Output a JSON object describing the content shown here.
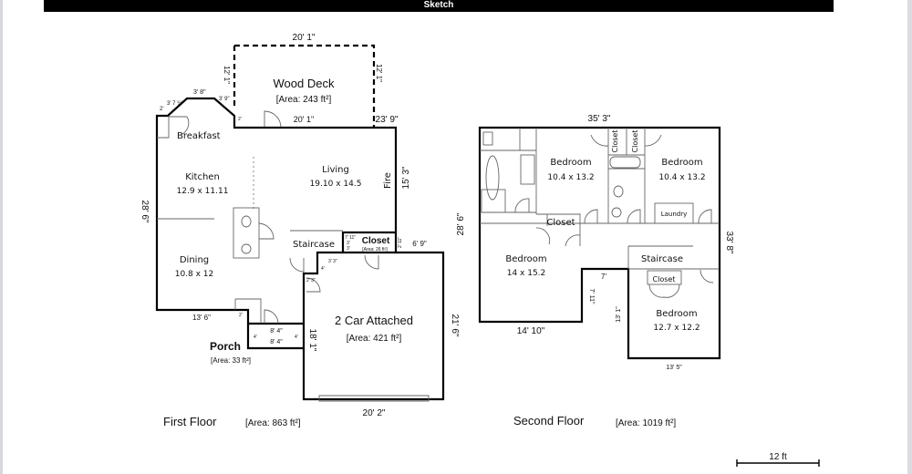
{
  "window": {
    "title": "Sketch"
  },
  "first_floor": {
    "title": "First Floor",
    "area": "[Area: 863 ft²]",
    "rooms": {
      "wood_deck": {
        "name": "Wood Deck",
        "area": "[Area: 243 ft²]"
      },
      "breakfast": {
        "name": "Breakfast"
      },
      "kitchen": {
        "name": "Kitchen",
        "dims": "12.9 x 11.11"
      },
      "living": {
        "name": "Living",
        "dims": "19.10 x 14.5"
      },
      "fire": {
        "name": "Fire"
      },
      "dining": {
        "name": "Dining",
        "dims": "10.8 x 12"
      },
      "staircase": {
        "name": "Staircase"
      },
      "closet": {
        "name": "Closet",
        "area": "[Area: 26 ft²]"
      },
      "garage": {
        "name": "2 Car Attached",
        "area": "[Area: 421 ft²]"
      },
      "porch": {
        "name": "Porch",
        "area": "[Area: 33 ft²]"
      }
    },
    "dimensions": {
      "deck_top": "20' 1\"",
      "deck_left": "12' 1\"",
      "deck_right": "12' 1\"",
      "deck_bottom": "20' 1\"",
      "right_top": "23' 9\"",
      "bay_2": "2'",
      "bay_a": "3' 7 ½\"",
      "bay_b": "3' 8\"",
      "bay_c": "3' 9\"",
      "bay_2b": "2'",
      "left_height": "28' 6\"",
      "fire_wall": "15' 3\"",
      "closet_w": "7' 11\"",
      "closet_h": "3'",
      "closet_h2": "3'",
      "closet_right": "2' 11\"",
      "garage_top": "6' 9\"",
      "stair_step": "3' 3\"",
      "stair_step2": "4'",
      "stair_step3": "2' 3\"",
      "bottom_left": "13' 6\"",
      "porch_left": "2'",
      "porch_top": "8' 4\"",
      "porch_bottom": "8' 4\"",
      "porch_l": "4'",
      "porch_r": "4'",
      "garage_left": "18' 1\"",
      "garage_right": "21' 6\"",
      "garage_bottom": "20' 2\""
    }
  },
  "second_floor": {
    "title": "Second Floor",
    "area": "[Area: 1019 ft²]",
    "rooms": {
      "bedroom_1": {
        "name": "Bedroom",
        "dims": "10.4 x 13.2"
      },
      "bedroom_2": {
        "name": "Bedroom",
        "dims": "10.4 x 13.2"
      },
      "closet_a": {
        "name": "Closet"
      },
      "closet_b": {
        "name": "Closet"
      },
      "closet_c": {
        "name": "Closet"
      },
      "laundry": {
        "name": "Laundry"
      },
      "bedroom_3": {
        "name": "Bedroom",
        "dims": "14 x 15.2"
      },
      "staircase": {
        "name": "Staircase"
      },
      "closet_d": {
        "name": "Closet"
      },
      "bedroom_4": {
        "name": "Bedroom",
        "dims": "12.7 x 12.2"
      }
    },
    "dimensions": {
      "top": "35' 3\"",
      "left": "28' 6\"",
      "right": "33' 8\"",
      "notch_top": "7'",
      "notch_left": "7' 11\"",
      "notch_right": "13' 1\"",
      "bottom_left": "14' 10\"",
      "bottom_right": "13' 5\""
    }
  },
  "scale_bar": {
    "label": "12 ft"
  }
}
